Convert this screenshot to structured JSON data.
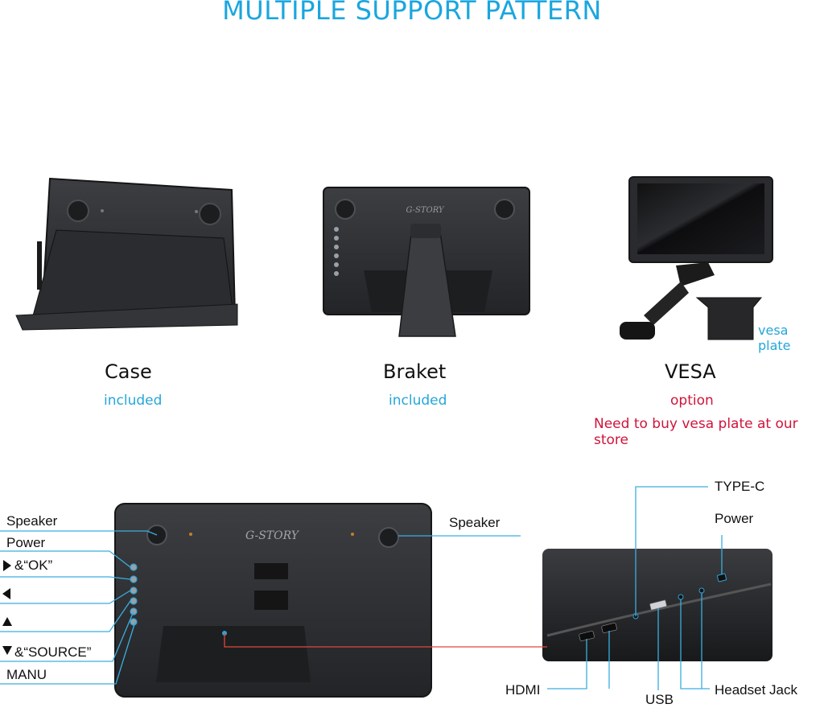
{
  "header": {
    "title": "MULTIPLE SUPPORT PATTERN"
  },
  "options": [
    {
      "name": "Case",
      "status": "included"
    },
    {
      "name": "Braket",
      "status": "included"
    },
    {
      "name": "VESA",
      "status": "option",
      "note": "Need to buy vesa plate at our store"
    }
  ],
  "vesa_plate_label": "vesa plate",
  "back_panel": {
    "brand": "G-STORY",
    "left_labels": {
      "speaker": "Speaker",
      "power": "Power",
      "ok": "&“OK”",
      "source": "&“SOURCE”",
      "menu": "MANU"
    },
    "right_speaker": "Speaker"
  },
  "brand_text": "G-STORY",
  "ports": {
    "type_c": "TYPE-C",
    "power": "Power",
    "hdmi": "HDMI",
    "usb": "USB",
    "headset": "Headset Jack"
  },
  "colors": {
    "title_blue": "#1aa6df",
    "accent_red": "#d0143a",
    "callout_line": "#3aaee0",
    "connector_red": "#e0473a",
    "device_dark": "#2b2d30"
  }
}
